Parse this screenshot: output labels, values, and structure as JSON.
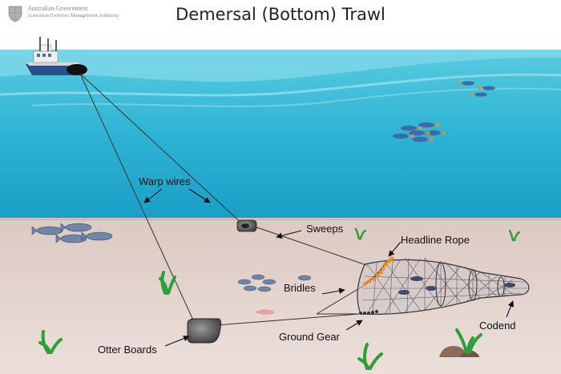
{
  "title": "Demersal (Bottom) Trawl",
  "logo": {
    "line1": "Australian Government",
    "line2": "Australian Fisheries Management Authority",
    "icon": "coat-of-arms-icon"
  },
  "labels": {
    "warp_wires": "Warp wires",
    "sweeps": "Sweeps",
    "headline_rope": "Headline Rope",
    "bridles": "Bridles",
    "ground_gear": "Ground Gear",
    "otter_boards": "Otter Boards",
    "codend": "Codend"
  },
  "colors": {
    "sky": "#ffffff",
    "water_top": "#4cc4dc",
    "water_bottom": "#1ea2c8",
    "seabed": "#e6d6d0",
    "net": "#333333",
    "floats": "#f08a24",
    "seagrass": "#2e9e3a",
    "boat": "#e8e8e8"
  }
}
